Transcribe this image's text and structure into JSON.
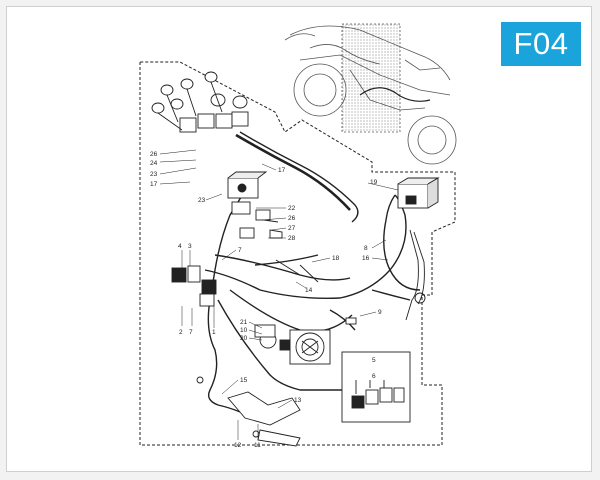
{
  "page_code": "F04",
  "colors": {
    "badge": "#1ba3dc",
    "line": "#222222",
    "frame_border": "#cfcfcf"
  },
  "callouts": [
    "26",
    "24",
    "23",
    "17",
    "23",
    "17",
    "22",
    "26",
    "27",
    "28",
    "18",
    "19",
    "8",
    "16",
    "4",
    "3",
    "7",
    "14",
    "9",
    "2",
    "7",
    "1",
    "21",
    "10",
    "20",
    "5",
    "6",
    "15",
    "13",
    "12",
    "11"
  ]
}
